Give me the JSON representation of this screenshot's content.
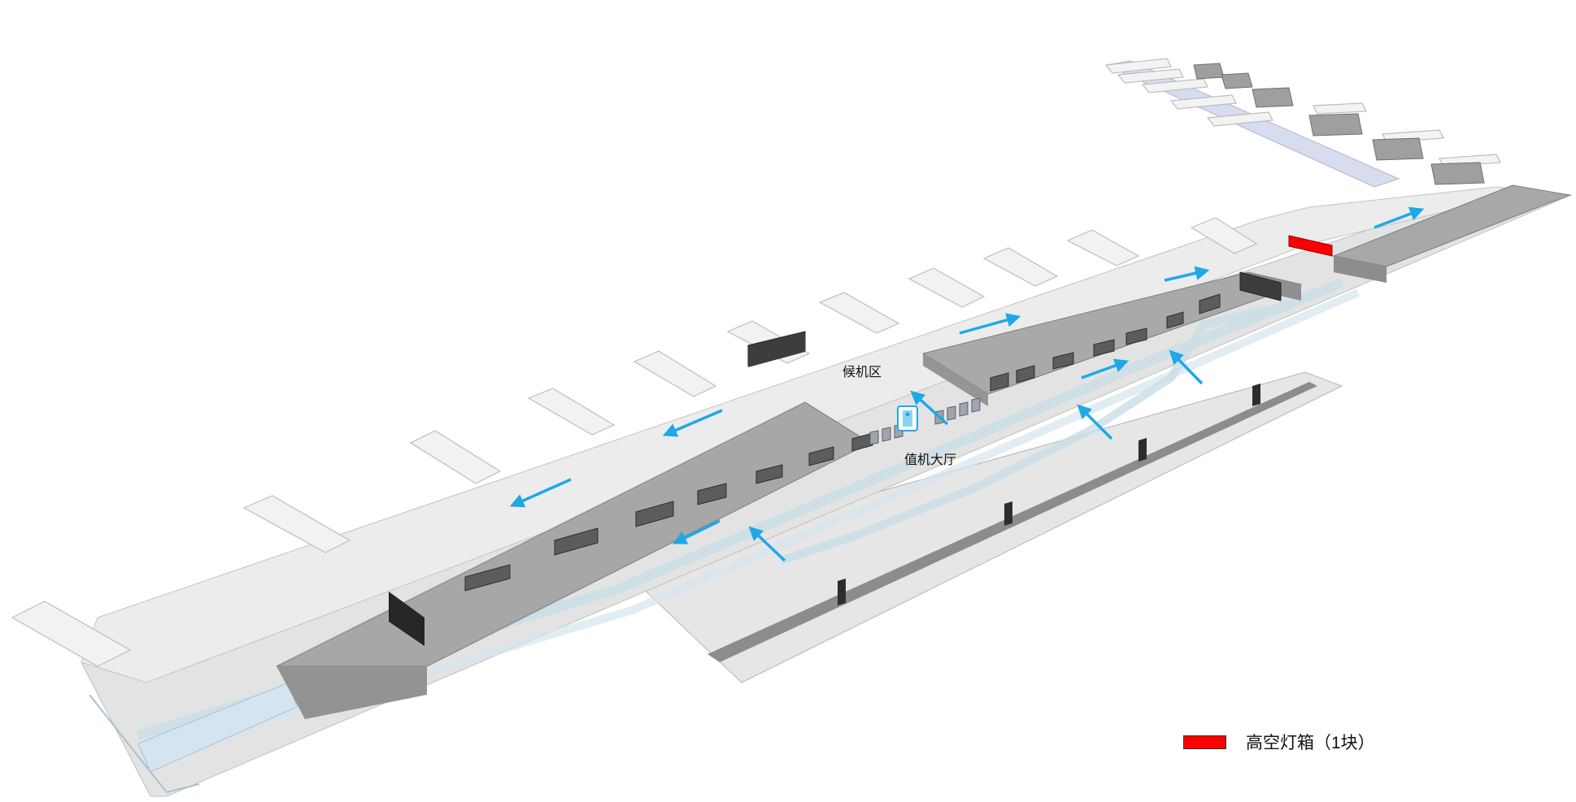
{
  "labels": {
    "waiting_area": "候机区",
    "checkin_hall": "值机大厅"
  },
  "legend": {
    "item": "高空灯箱（1块）",
    "swatch_color": "#ff0000"
  },
  "colors": {
    "arrow": "#1fa8e6",
    "lightbox": "#ff0000",
    "building": "#a8a8a8",
    "panel": "#555555"
  },
  "icons": {
    "security_gate": "security-gate-icon"
  }
}
